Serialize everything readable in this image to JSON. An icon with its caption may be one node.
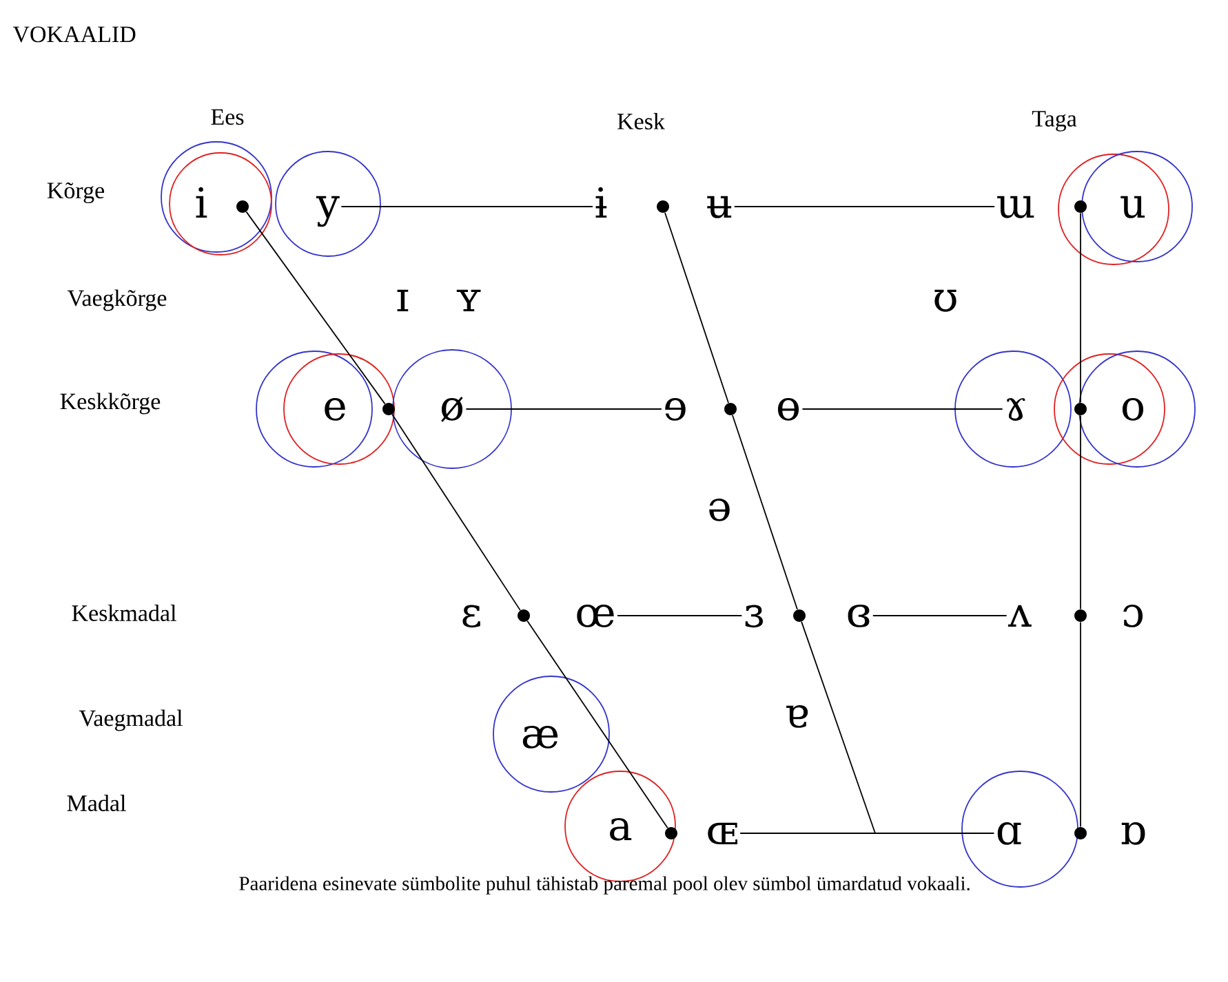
{
  "diagram": {
    "title": "VOKAALID",
    "caption": "Paaridena esinevate sümbolite puhul tähistab paremal pool olev sümbol ümardatud vokaali.",
    "nodes": [
      {
        "text": [],
        "shape": "circle"
      },
      {
        "text": [
          "y"
        ]
      },
      {
        "text": [
          "ɨ"
        ]
      },
      {
        "text": [],
        "shape": "circle"
      },
      {
        "text": [
          "ʉ"
        ]
      },
      {
        "text": [
          "ɯ"
        ]
      },
      {
        "text": [],
        "shape": "circle"
      },
      {
        "text": [],
        "shape": "circle"
      },
      {
        "text": [
          "ø"
        ]
      },
      {
        "text": [
          "ɘ"
        ]
      },
      {
        "text": [],
        "shape": "circle"
      },
      {
        "text": [
          "ɵ"
        ]
      },
      {
        "text": [
          "ɤ"
        ]
      },
      {
        "text": [],
        "shape": "circle"
      },
      {
        "text": [],
        "shape": "circle"
      },
      {
        "text": [
          "œ"
        ]
      },
      {
        "text": [
          "ɜ"
        ]
      },
      {
        "text": [],
        "shape": "circle"
      },
      {
        "text": [
          "ɞ"
        ]
      },
      {
        "text": [
          "ʌ"
        ]
      },
      {
        "text": [],
        "shape": "circle"
      },
      {
        "text": [],
        "shape": "circle"
      },
      {
        "text": [
          "ɶ"
        ]
      },
      {
        "text": [
          "ɑ"
        ]
      },
      {
        "text": [],
        "shape": "circle"
      }
    ],
    "edges": [
      {
        "from": 1,
        "to": 2,
        "arrow": "none"
      },
      {
        "from": 4,
        "to": 5,
        "arrow": "none"
      },
      {
        "from": 8,
        "to": 9,
        "arrow": "none"
      },
      {
        "from": 11,
        "to": 12,
        "arrow": "none"
      },
      {
        "from": 15,
        "to": 16,
        "arrow": "none"
      },
      {
        "from": 18,
        "to": 19,
        "arrow": "none"
      },
      {
        "from": 22,
        "to": 23,
        "arrow": "none"
      },
      {
        "from": 0,
        "to": 7,
        "arrow": "none"
      },
      {
        "from": 7,
        "to": 14,
        "arrow": "none"
      },
      {
        "from": 14,
        "to": 21,
        "arrow": "none"
      },
      {
        "from": 3,
        "to": 10,
        "arrow": "none"
      },
      {
        "from": 10,
        "to": 17,
        "arrow": "none"
      },
      {
        "from": 17,
        "to": null,
        "arrow": "none"
      },
      {
        "from": 6,
        "to": 13,
        "arrow": "none"
      },
      {
        "from": 13,
        "to": 20,
        "arrow": "none"
      },
      {
        "from": 20,
        "to": 24,
        "arrow": "none"
      }
    ],
    "labels": [
      "Ees",
      "Kesk",
      "Taga",
      "Kõrge",
      "i",
      "u",
      "Vaegkõrge",
      "ɪ",
      "ʏ",
      "ʊ",
      "Keskkõrge",
      "e",
      "o",
      "ə",
      "Keskmadal",
      "ɛ",
      "ɔ",
      "Vaegmadal",
      "æ",
      "ɐ",
      "Madal",
      "a",
      "ɒ"
    ]
  }
}
